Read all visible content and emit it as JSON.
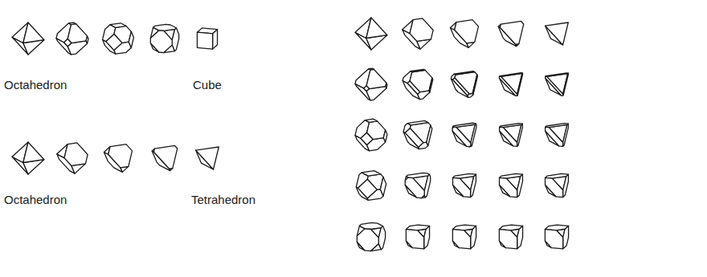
{
  "diagram": {
    "labels": [
      "Octahedron",
      "Cube",
      "Octahedron",
      "Tetrahedron"
    ]
  }
}
